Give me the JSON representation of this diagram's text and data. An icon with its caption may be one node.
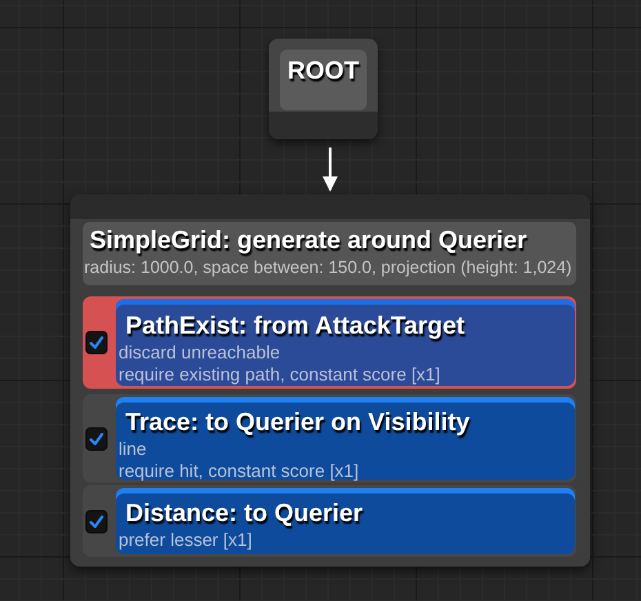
{
  "diagram": {
    "nodes": [
      {
        "text": [
          "ROOT"
        ]
      },
      {
        "text": [
          "SimpleGrid: generate around Querier",
          "radius: 1000.0, space between: 150.0, projection (height: 1,024)"
        ]
      },
      {
        "text": [
          "PathExist: from AttackTarget",
          "discard unreachable",
          "require existing path, constant score [x1]"
        ],
        "in": 1
      },
      {
        "text": [
          "Trace: to Querier on Visibility",
          "line",
          "require hit, constant score [x1]"
        ],
        "in": 1
      },
      {
        "text": [
          "Distance: to Querier",
          "prefer lesser [x1]"
        ],
        "in": 1
      }
    ],
    "edges": [
      {
        "from": 0,
        "to": 1,
        "arrow": "to"
      }
    ]
  }
}
